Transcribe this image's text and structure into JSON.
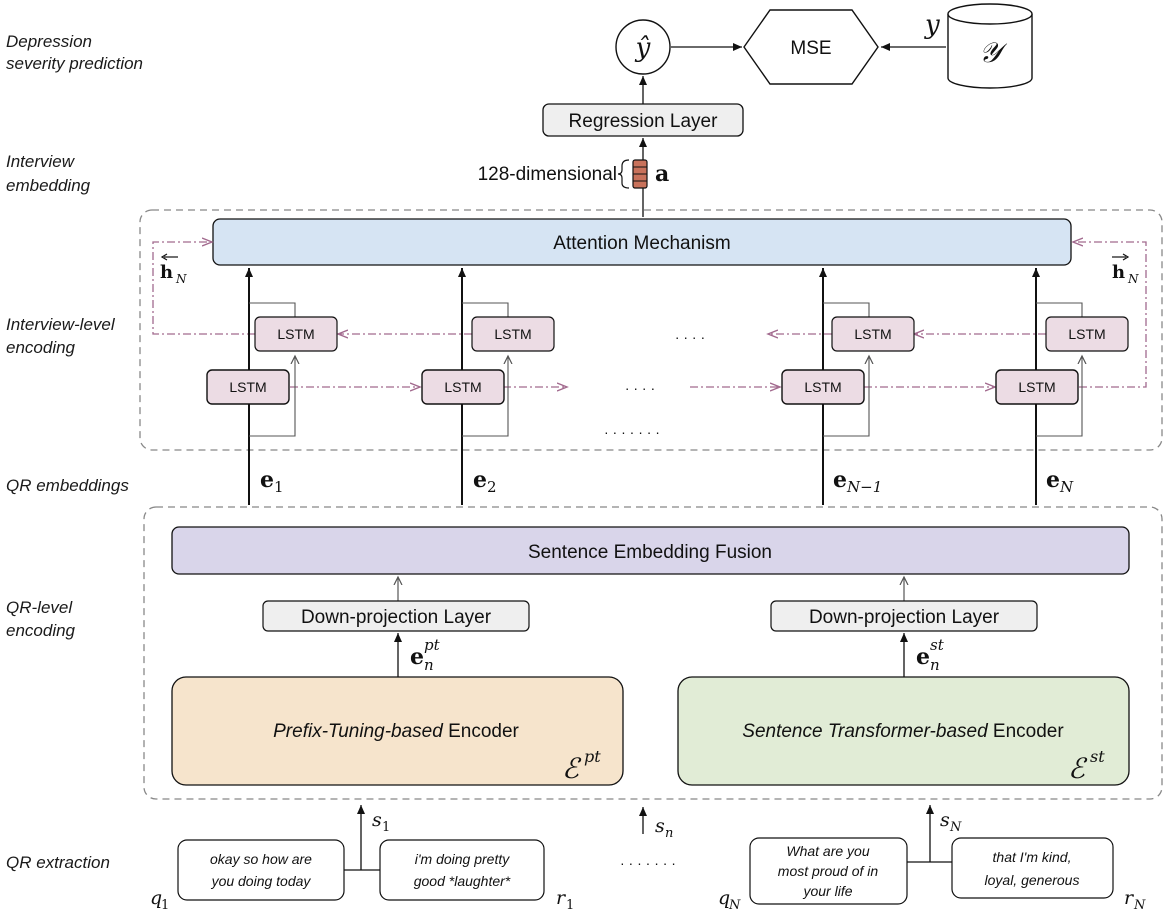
{
  "section_labels": {
    "prediction_line1": "Depression",
    "prediction_line2": "severity prediction",
    "interview_embedding_line1": "Interview",
    "interview_embedding_line2": "embedding",
    "interview_level_line1": "Interview-level",
    "interview_level_line2": "encoding",
    "qr_embeddings": "QR embeddings",
    "qr_level_line1": "QR-level",
    "qr_level_line2": "encoding",
    "qr_extraction": "QR extraction"
  },
  "top": {
    "y_hat": "ŷ",
    "mse": "MSE",
    "y": "y",
    "y_set": "𝒴",
    "regression_layer": "Regression Layer",
    "dimension_label": "128-dimensional",
    "embedding_symbol": "a"
  },
  "interview": {
    "attention": "Attention Mechanism",
    "h_left": "h",
    "h_right": "h",
    "h_sub": "N",
    "lstm_label": "LSTM",
    "dots_backward": "· · · ·",
    "dots_forward": "· · · ·",
    "dots_middle": "· · · · · · ·"
  },
  "qr_embeddings": {
    "e1": "e",
    "e1_sub": "1",
    "e2": "e",
    "e2_sub": "2",
    "eN1": "e",
    "eN1_sub": "N−1",
    "eN": "e",
    "eN_sub": "N"
  },
  "qr_level": {
    "fusion": "Sentence Embedding Fusion",
    "down_left": "Down-projection Layer",
    "down_right": "Down-projection Layer",
    "e_pt": "e",
    "e_pt_sub": "n",
    "e_pt_sup": "pt",
    "e_st": "e",
    "e_st_sub": "n",
    "e_st_sup": "st",
    "enc_left_italic": "Prefix-Tuning-based",
    "enc_left_rest": " Encoder",
    "enc_right_italic": "Sentence Transformer-based",
    "enc_right_rest": " Encoder",
    "enc_left_symbol": "ℰ",
    "enc_left_sup": "pt",
    "enc_right_symbol": "ℰ",
    "enc_right_sup": "st"
  },
  "extraction": {
    "s1": "s",
    "s1_sub": "1",
    "sn": "s",
    "sn_sub": "n",
    "sN": "s",
    "sN_sub": "N",
    "dots": "· · · · · · ·",
    "q1_line1": "okay so how are",
    "q1_line2": "you doing today",
    "r1_line1": "i'm doing pretty",
    "r1_line2": "good *laughter*",
    "qN_line1": "What are you",
    "qN_line2": "most proud of in",
    "qN_line3": "your life",
    "rN_line1": "that I'm kind,",
    "rN_line2": "loyal, generous",
    "q1": "q",
    "q1_sub": "1",
    "r1": "r",
    "r1_sub": "1",
    "qN": "q",
    "qN_sub": "N",
    "rN": "r",
    "rN_sub": "N"
  },
  "colors": {
    "attention": "#d6e4f3",
    "lstm": "#ecdce4",
    "fusion": "#d9d5ea",
    "encoder_pt": "#f6e4cc",
    "encoder_st": "#e1ecd6",
    "gray_box": "#efefef",
    "recurrent": "#a26a8e",
    "embedding_vec": "#c9725b"
  }
}
